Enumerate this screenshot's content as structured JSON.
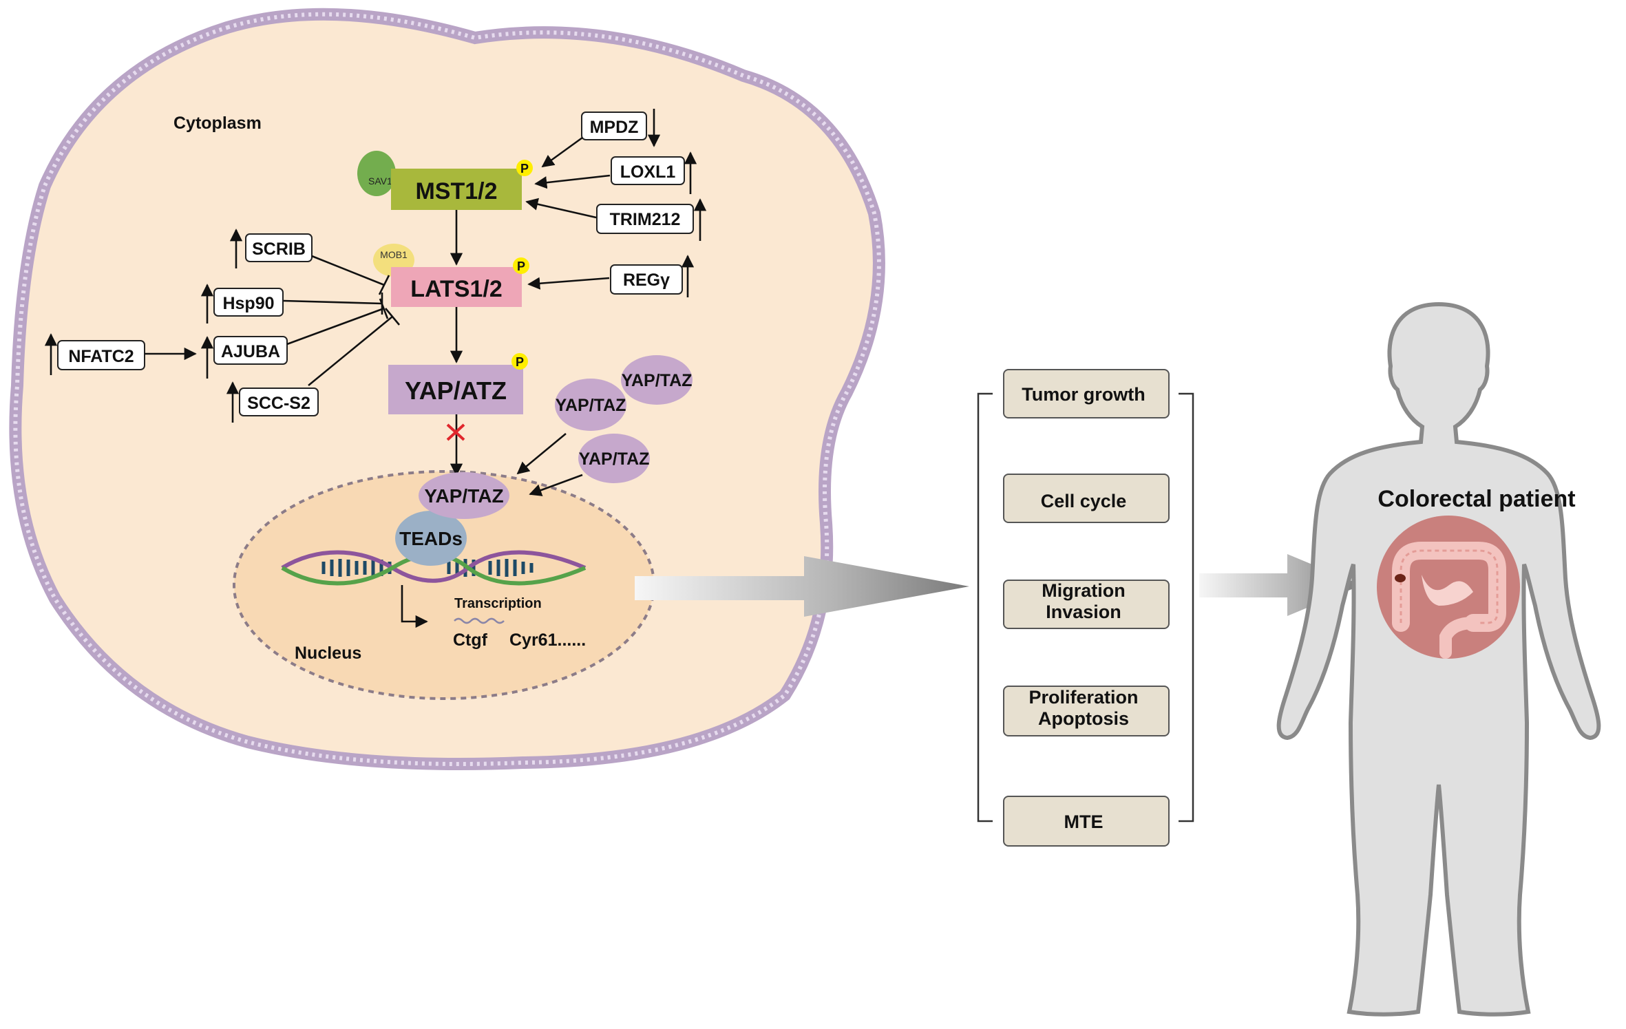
{
  "cell": {
    "cytoplasm_label": "Cytoplasm",
    "nucleus_label": "Nucleus"
  },
  "core": {
    "sav1": "SAV1",
    "mst": "MST1/2",
    "mob1": "MOB1",
    "lats": "LATS1/2",
    "yap_atz": "YAP/ATZ",
    "phospho": "P"
  },
  "regulators": {
    "mpdz": "MPDZ",
    "loxl1": "LOXL1",
    "trim212": "TRIM212",
    "regy": "REGγ",
    "scrib": "SCRIB",
    "hsp90": "Hsp90",
    "ajuba": "AJUBA",
    "nfatc2": "NFATC2",
    "sccs2": "SCC-S2"
  },
  "yaptaz": {
    "free_1": "YAP/TAZ",
    "free_2": "YAP/TAZ",
    "free_3": "YAP/TAZ",
    "nuclear": "YAP/TAZ",
    "teads": "TEADs"
  },
  "transcription": {
    "label": "Transcription",
    "gene_1": "Ctgf",
    "gene_2": "Cyr61......"
  },
  "outcomes": [
    "Tumor growth",
    "Cell cycle",
    "Migration\nInvasion",
    "Proliferation\nApoptosis",
    "MTE"
  ],
  "patient": {
    "label": "Colorectal patient"
  },
  "colors": {
    "cytoplasm": "#fbe8d2",
    "membrane": "#b9a4c6",
    "mst": "#a8b83c",
    "sav1": "#73ad4e",
    "lats": "#eea6b7",
    "mob1": "#f3df7d",
    "yap": "#c6a8cc",
    "teads": "#9bb0c6",
    "phospho": "#ffee00",
    "outcome_box": "#e7e0d0",
    "body": "#e0e0e0",
    "colon_disc": "#c9807d"
  }
}
